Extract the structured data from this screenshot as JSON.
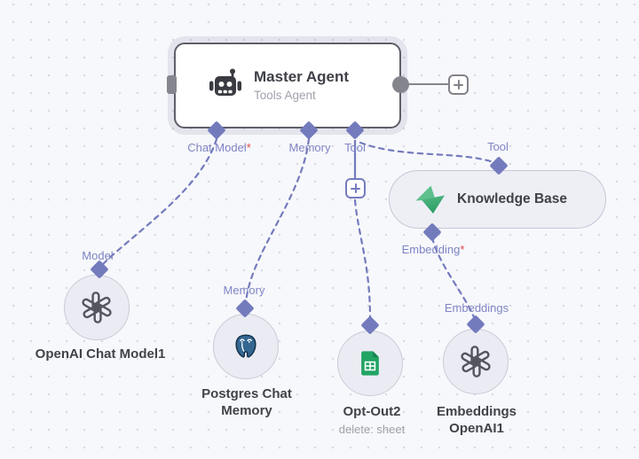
{
  "ui": {
    "required_marker": "*"
  },
  "colors": {
    "canvas_bg": "#f7f8fb",
    "accent_purple": "#747bbd",
    "required_red": "#e0474e",
    "node_fill": "#ebecf3",
    "sheets_green": "#21a464",
    "kb_green": "#4db583",
    "postgres_blue": "#336791"
  },
  "master_agent": {
    "title": "Master Agent",
    "subtitle": "Tools Agent",
    "ports": [
      {
        "label": "Chat Model",
        "required": true
      },
      {
        "label": "Memory",
        "required": false
      },
      {
        "label": "Tool",
        "required": false
      }
    ]
  },
  "knowledge_base": {
    "title": "Knowledge Base",
    "input_port_label": "Tool",
    "output_port_label": "Embedding",
    "output_required": true
  },
  "nodes": [
    {
      "name": "OpenAI Chat Model1",
      "port_label": "Model",
      "icon": "openai-logo"
    },
    {
      "name": "Postgres Chat Memory",
      "port_label": "Memory",
      "icon": "postgresql-logo"
    },
    {
      "name": "Opt-Out2",
      "subtitle": "delete: sheet",
      "icon": "google-sheets"
    },
    {
      "name": "Embeddings OpenAI1",
      "port_label": "Embeddings",
      "icon": "openai-logo"
    }
  ]
}
